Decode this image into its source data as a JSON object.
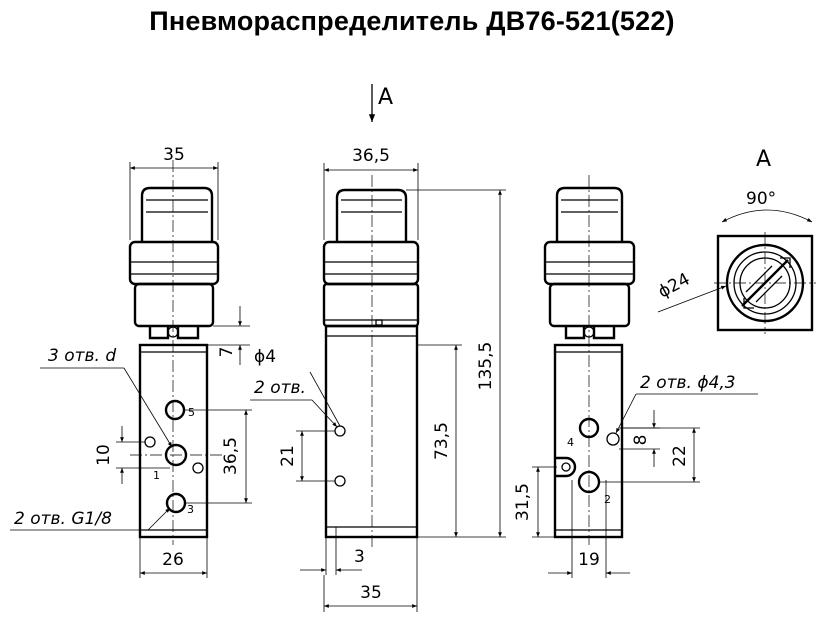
{
  "title": "Пневмораспределитель ДВ76-521(522)",
  "view_label": "А",
  "angle_label": "90°",
  "dimensions": {
    "left_width": "35",
    "left_bottom": "26",
    "left_hole_spacing": "10",
    "left_height": "36,5",
    "left_seven": "7",
    "mid_width": "36,5",
    "mid_bottom_width": "35",
    "mid_three": "3",
    "mid_total_height": "135,5",
    "mid_body_height": "73,5",
    "mid_hole_spacing": "21",
    "mid_hole_diam": "ϕ4",
    "right_bottom": "19",
    "right_height": "31,5",
    "right_spacing": "22",
    "right_eight": "8",
    "knob_diam": "ϕ24"
  },
  "notes": {
    "three_holes": "3 отв. d",
    "two_holes": "2 отв.",
    "two_holes_g": "2 отв. G1/8",
    "two_holes_d43": "2 отв. ϕ4,3"
  },
  "ports": {
    "p5": "5",
    "p1": "1",
    "p3": "3",
    "p4": "4",
    "p2": "2"
  }
}
